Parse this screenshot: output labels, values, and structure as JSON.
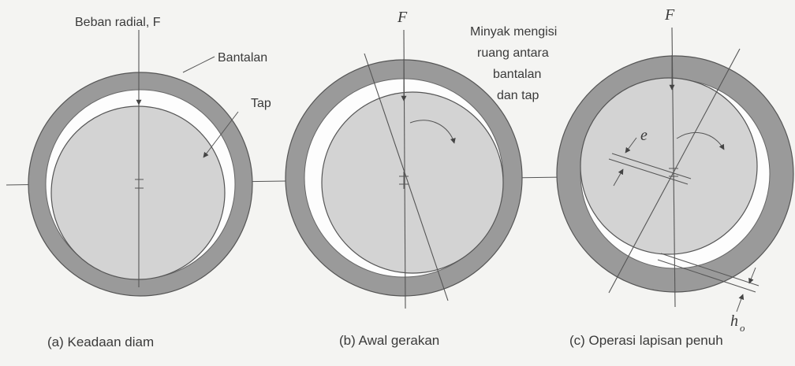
{
  "labels": {
    "radial_load": "Beban radial, F",
    "bearing": "Bantalan",
    "journal": "Tap",
    "oil_line1": "Minyak mengisi",
    "oil_line2": "ruang antara",
    "oil_line3": "bantalan",
    "oil_line4": "dan tap",
    "force_b": "F",
    "force_c": "F",
    "eccentricity": "e",
    "film_h": "h",
    "film_sub": "o"
  },
  "captions": {
    "a": "(a) Keadaan diam",
    "b": "(b) Awal gerakan",
    "c": "(c) Operasi lapisan penuh"
  },
  "colors": {
    "bearing_ring": "#9a9a9a",
    "journal": "#d3d3d3",
    "oil_gap": "#fdfdfd",
    "lines": "#555555"
  }
}
